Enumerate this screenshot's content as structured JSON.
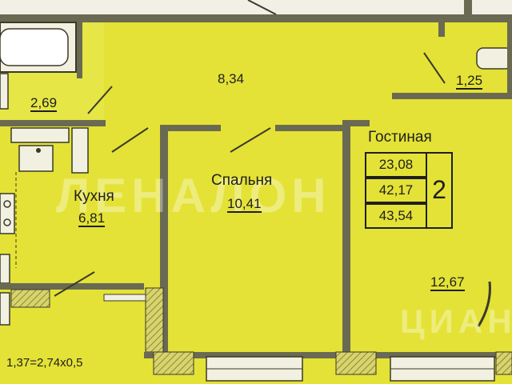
{
  "colors": {
    "floor": "#e4e236",
    "wall": "#6a6a52",
    "hatch": "#b6b44a",
    "background": "#f2f0e6"
  },
  "rooms": {
    "bathroom": {
      "area": "2,69"
    },
    "hall": {
      "area": "8,34"
    },
    "wc": {
      "area": "1,25"
    },
    "kitchen": {
      "name": "Кухня",
      "area": "6,81"
    },
    "bedroom": {
      "name": "Спальня",
      "area": "10,41"
    },
    "living": {
      "name": "Гостиная",
      "area": "12,67"
    }
  },
  "summary": {
    "living_area": "23,08",
    "total_area": "42,17",
    "total_with_balcony": "43,54",
    "room_count": "2"
  },
  "balcony_note": "1,37=2,74x0,5",
  "watermarks": {
    "left": "ЛЕНАЛОН",
    "right": "ЦИАН"
  }
}
